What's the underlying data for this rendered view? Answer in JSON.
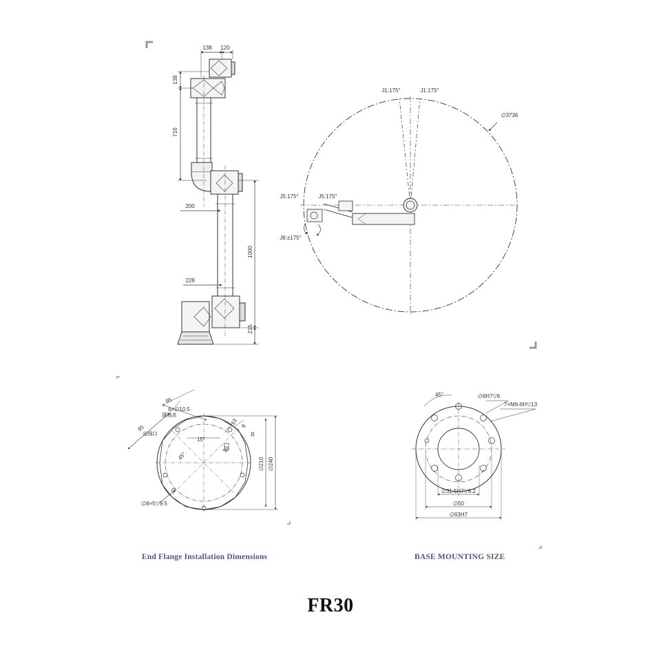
{
  "side_view": {
    "dims": {
      "top_a": "138",
      "top_b": "120",
      "wrist": "138",
      "forearm": "716",
      "offset": "200",
      "upper_arm": "1000",
      "base_offset": "228",
      "base_height": "215"
    }
  },
  "top_view": {
    "j1_left": "J1:175°",
    "j1_right": "J1:175°",
    "reach": "∅3736",
    "j5_a": "J5:175°",
    "j5_b": "J5:175°",
    "j6": "J6:±175°"
  },
  "flange": {
    "dims": {
      "d95_top": "95",
      "d95_left": "95",
      "holes": "6×∅10.5",
      "ground": "接地点",
      "outlet": "出线口",
      "d13": "13",
      "d8": "8",
      "r": "R",
      "angle15": "15°",
      "angle45": "45°",
      "d10": "10",
      "d210": "∅210",
      "d240": "∅240",
      "pin": "∅8×5▽9.5"
    },
    "caption": "End Flange Installation Dimensions"
  },
  "base": {
    "dims": {
      "angle45": "45°",
      "pin": "∅6H7▽6",
      "screws": "7×M6-6H▽13",
      "d31": "∅31.5H7▽6.2",
      "d50": "∅50",
      "d63": "∅63H7"
    },
    "caption": "BASE MOUNTING SIZE"
  },
  "model": "FR30"
}
